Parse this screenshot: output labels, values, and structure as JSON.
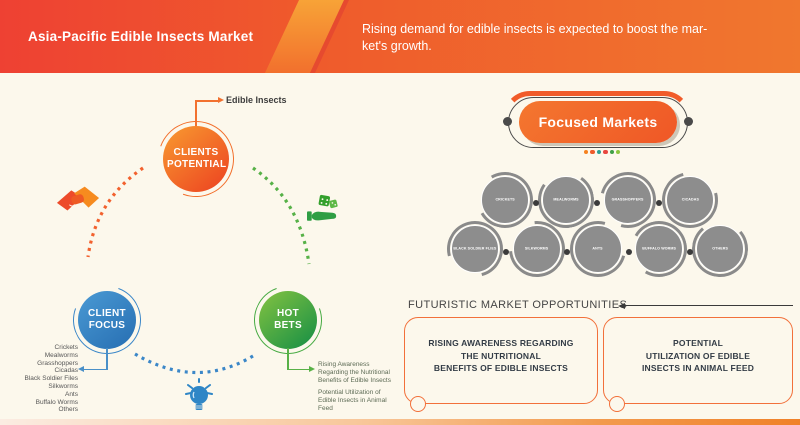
{
  "banner": {
    "title": "Asia-Pacific Edible Insects Market",
    "subtitle_lines": [
      "Rising demand for edible insects is expected to boost the mar-",
      "ket's growth."
    ]
  },
  "cycle": {
    "clients_potential": "CLIENTS POTENTIAL",
    "client_focus": "CLIENT FOCUS",
    "hot_bets": "HOT BETS",
    "callout": "Edible Insects",
    "focus_list": [
      "Crickets",
      "Mealworms",
      "Grasshoppers",
      "Cicadas",
      "Black Soldier Files",
      "Silkworms",
      "Ants",
      "Buffalo Worms",
      "Others"
    ],
    "hot_bets_points": [
      "Rising Awareness Regarding the Nutritional Benefits of Edible Insects",
      "Potential Utilization of Edible Insects in Animal Feed"
    ]
  },
  "focused_markets": {
    "title": "Focused Markets",
    "dot_styles": [
      "background:#f5821f",
      "background:#ef5b2b",
      "background:#2d9f94",
      "background:#e8473f",
      "background:#3fa047",
      "background:#8dc63f"
    ],
    "top_row": [
      "CRICKETS",
      "MEALWORMS",
      "GRASSHOPPERS",
      "CICADAS"
    ],
    "bottom_row": [
      "BLACK SOLDIER FLIES",
      "SILKWORMS",
      "ANTS",
      "BUFFALO WORMS",
      "OTHERS"
    ]
  },
  "opportunities": {
    "heading": "FUTURISTIC MARKET OPPORTUNITIES",
    "box1_lines": [
      "RISING AWARENESS REGARDING",
      "THE NUTRITIONAL",
      "BENEFITS OF EDIBLE INSECTS"
    ],
    "box2_lines": [
      "POTENTIAL",
      "UTILIZATION OF EDIBLE",
      "INSECTS IN ANIMAL FEED"
    ]
  },
  "colors": {
    "orange": "#f2612e",
    "blue": "#3182c3",
    "green": "#48ab44",
    "gray": "#8a8a8a"
  }
}
